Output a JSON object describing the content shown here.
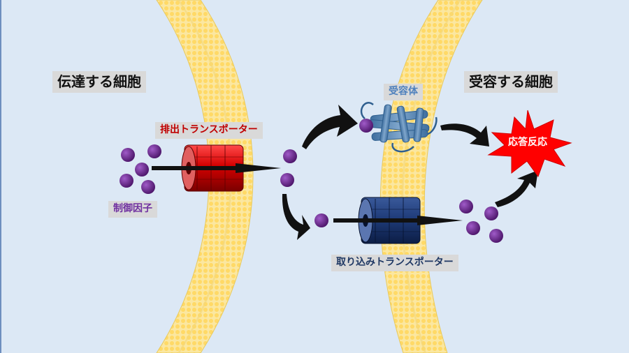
{
  "labels": {
    "sender_cell": "伝達する細胞",
    "receiver_cell": "受容する細胞",
    "export_transporter": "排出トランスポーター",
    "regulatory_factor": "制御因子",
    "receptor": "受容体",
    "import_transporter": "取り込みトランスポーター",
    "response": "応答反応"
  },
  "colors": {
    "background": "#dce8f5",
    "membrane": "#ffe699",
    "export_transporter": "#c00000",
    "import_transporter": "#1f3864",
    "receptor": "#5b87b5",
    "regulatory_factor": "#5a1f7a",
    "response_burst": "#ff0000"
  }
}
